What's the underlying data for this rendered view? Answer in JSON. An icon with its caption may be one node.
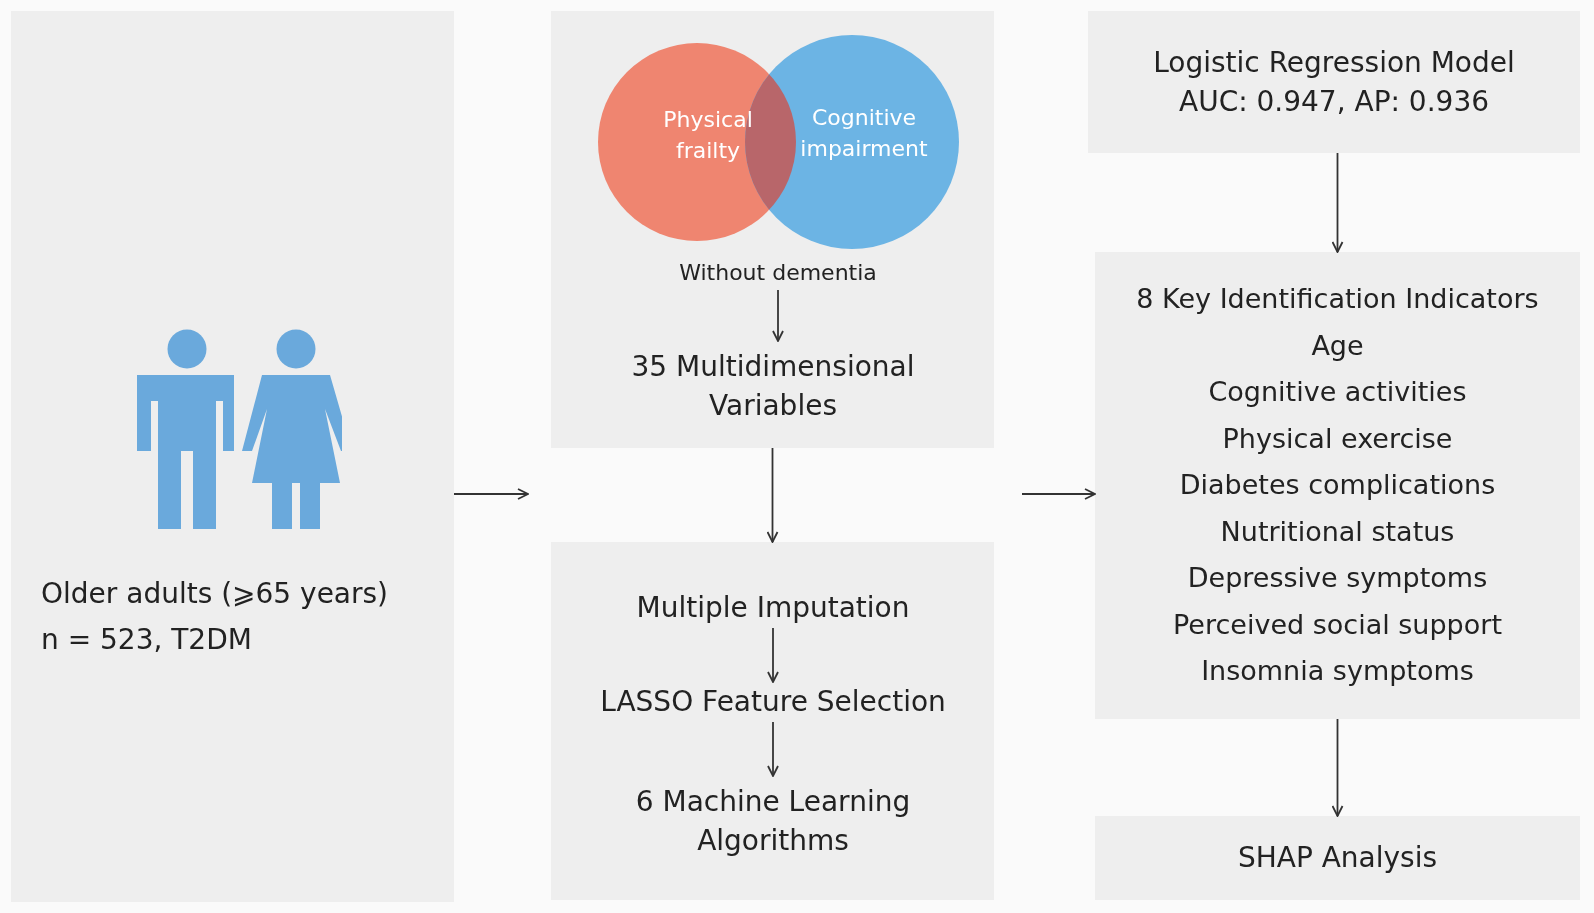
{
  "diagram": {
    "nodes": [
      {
        "text": [
          "Older adults (⩾65 years)",
          "n = 523, T2DM"
        ]
      },
      {
        "text": [],
        "shape": "box"
      },
      {
        "text": [
          "Physical frailty"
        ],
        "in": 1
      },
      {
        "text": [
          "Cognitive impairment"
        ],
        "in": 1
      },
      {
        "text": [
          "Without dementia"
        ],
        "in": 1
      },
      {
        "text": [
          "35 Multidimensional Variables"
        ],
        "in": 1
      },
      {
        "text": [],
        "shape": "box"
      },
      {
        "text": [
          "Multiple Imputation"
        ],
        "in": 6
      },
      {
        "text": [
          "LASSO Feature Selection"
        ],
        "in": 6
      },
      {
        "text": [
          "6 Machine Learning Algorithms"
        ],
        "in": 6
      },
      {
        "text": [
          "Logistic Regression Model AUC: 0.947, AP: 0.936"
        ]
      },
      {
        "text": [
          "8 Key Identification Indicators",
          "Age",
          "Cognitive activities",
          "Physical exercise",
          "Diabetes complications",
          "Nutritional status",
          "Depressive symptoms",
          "Perceived social support",
          "Insomnia symptoms"
        ]
      },
      {
        "text": [
          "SHAP Analysis"
        ]
      }
    ],
    "edges": [
      {
        "from": 0,
        "to": null,
        "arrow": "to"
      },
      {
        "from": 4,
        "to": 5,
        "arrow": "to"
      },
      {
        "from": 1,
        "to": 6,
        "arrow": "to"
      },
      {
        "from": 7,
        "to": 8,
        "arrow": "to"
      },
      {
        "from": 8,
        "to": 9,
        "arrow": "to"
      },
      {
        "from": null,
        "to": 11,
        "arrow": "to"
      },
      {
        "from": 10,
        "to": 11,
        "arrow": "to"
      },
      {
        "from": 11,
        "to": 12,
        "arrow": "to"
      }
    ]
  }
}
